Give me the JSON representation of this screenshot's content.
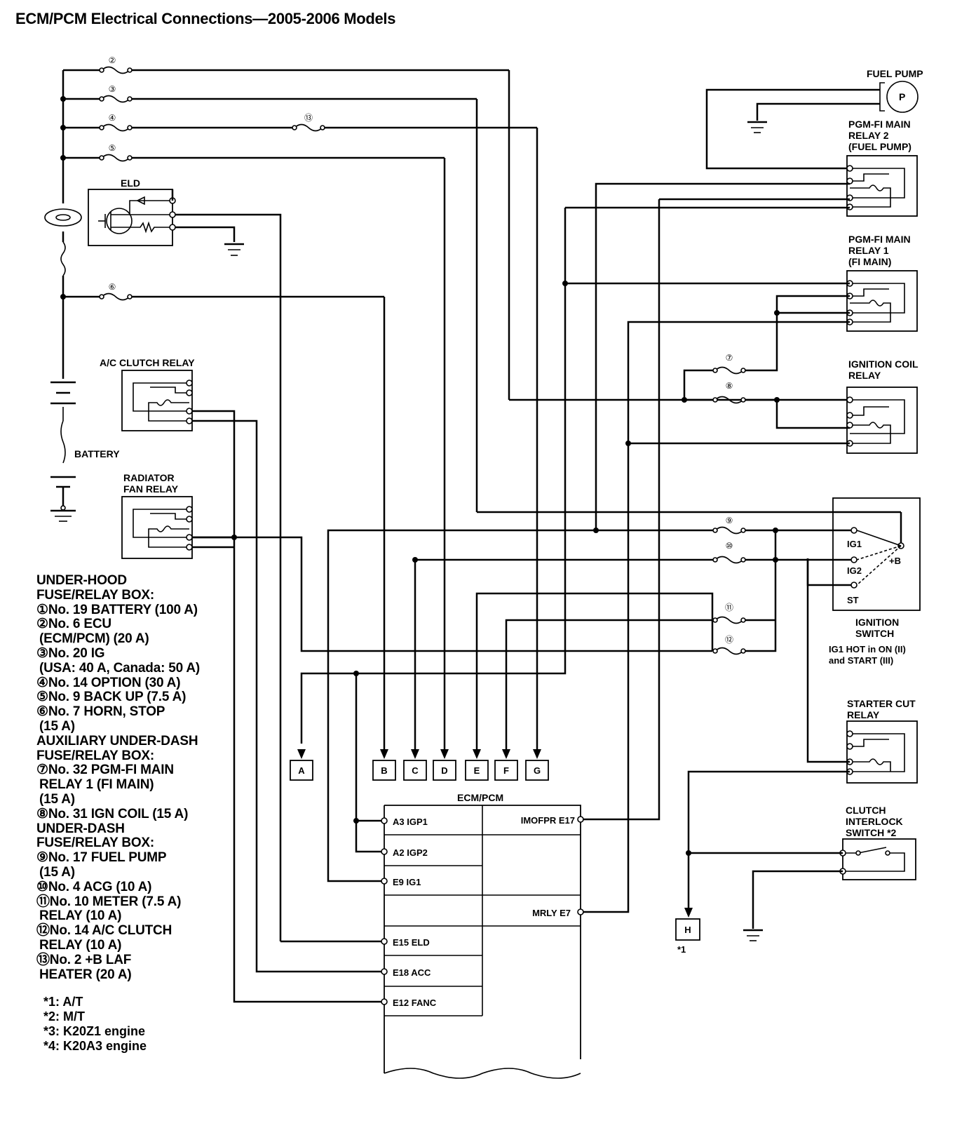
{
  "title": "ECM/PCM Electrical Connections—2005-2006 Models",
  "components": {
    "fuel_pump": "FUEL PUMP",
    "fuel_pump_symbol": "P",
    "pgm_relay2": [
      "PGM-FI MAIN",
      "RELAY 2",
      "(FUEL PUMP)"
    ],
    "pgm_relay1": [
      "PGM-FI MAIN",
      "RELAY 1",
      "(FI MAIN)"
    ],
    "ign_coil_relay": [
      "IGNITION COIL",
      "RELAY"
    ],
    "eld": "ELD",
    "ac_clutch_relay": "A/C CLUTCH RELAY",
    "battery": "BATTERY",
    "radiator_fan_relay": [
      "RADIATOR",
      "FAN RELAY"
    ],
    "ignition_switch": [
      "IGNITION",
      "SWITCH"
    ],
    "ignition_switch_note": [
      "IG1 HOT in ON (II)",
      "and START (III)"
    ],
    "ign_switch_terms": [
      "IG1",
      "IG2",
      "ST",
      "+B"
    ],
    "starter_cut_relay": [
      "STARTER CUT",
      "RELAY"
    ],
    "clutch_interlock": [
      "CLUTCH",
      "INTERLOCK",
      "SWITCH *2"
    ],
    "ecm": "ECM/PCM",
    "h_note": "*1"
  },
  "fuse_numbers": [
    "②",
    "③",
    "④",
    "⑤",
    "⑥",
    "⑦",
    "⑧",
    "⑨",
    "⑩",
    "⑪",
    "⑫",
    "⑬"
  ],
  "connectors": [
    "A",
    "B",
    "C",
    "D",
    "E",
    "F",
    "G",
    "H"
  ],
  "ecm_pins_left": [
    "A3 IGP1",
    "A2 IGP2",
    "E9 IG1",
    "E15 ELD",
    "E18 ACC",
    "E12 FANC"
  ],
  "ecm_pins_right": [
    "IMOFPR E17",
    "MRLY E7"
  ],
  "legend": [
    "UNDER-HOOD",
    "FUSE/RELAY BOX:",
    "①No. 19 BATTERY (100 A)",
    "②No. 6 ECU",
    " (ECM/PCM) (20 A)",
    "③No. 20 IG",
    " (USA: 40 A, Canada: 50 A)",
    "④No. 14 OPTION (30 A)",
    "⑤No. 9 BACK UP (7.5 A)",
    "⑥No. 7 HORN, STOP",
    " (15 A)",
    "AUXILIARY UNDER-DASH",
    "FUSE/RELAY BOX:",
    "⑦No. 32 PGM-FI MAIN",
    " RELAY 1 (FI MAIN)",
    " (15 A)",
    "⑧No. 31 IGN COIL (15 A)",
    "UNDER-DASH",
    "FUSE/RELAY BOX:",
    "⑨No. 17 FUEL PUMP",
    " (15 A)",
    "⑩No. 4 ACG (10 A)",
    "⑪No. 10 METER (7.5 A)",
    " RELAY (10 A)",
    "⑫No. 14 A/C CLUTCH",
    " RELAY (10 A)",
    "⑬No. 2 +B LAF",
    " HEATER (20 A)"
  ],
  "notes": [
    "*1: A/T",
    "*2: M/T",
    "*3: K20Z1 engine",
    "*4: K20A3 engine"
  ]
}
